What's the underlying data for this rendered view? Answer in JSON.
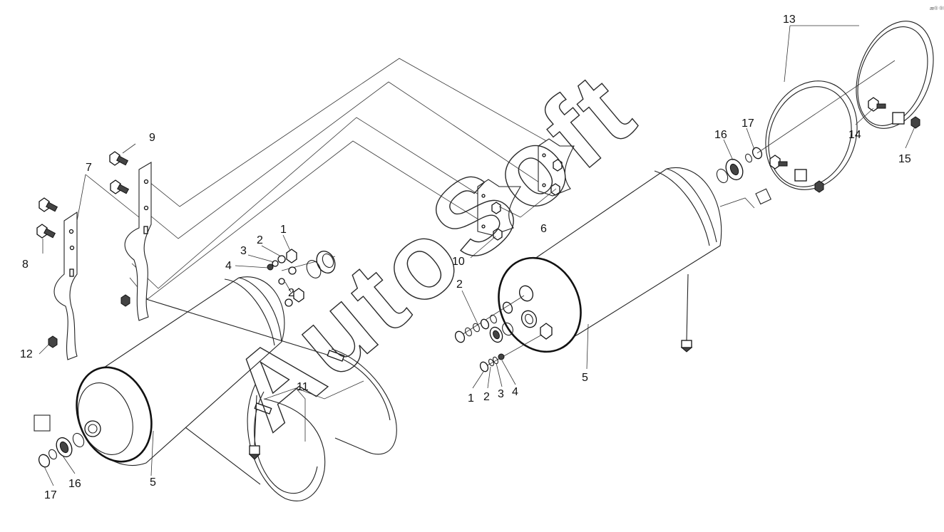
{
  "diagram": {
    "callouts": [
      {
        "id": "c1a",
        "text": "1"
      },
      {
        "id": "c2a",
        "text": "2"
      },
      {
        "id": "c3a",
        "text": "3"
      },
      {
        "id": "c4a",
        "text": "4"
      },
      {
        "id": "c2b",
        "text": "2"
      },
      {
        "id": "c5a",
        "text": "5"
      },
      {
        "id": "c7",
        "text": "7"
      },
      {
        "id": "c8",
        "text": "8"
      },
      {
        "id": "c9",
        "text": "9"
      },
      {
        "id": "c11",
        "text": "11"
      },
      {
        "id": "c12",
        "text": "12"
      },
      {
        "id": "c16a",
        "text": "16"
      },
      {
        "id": "c17a",
        "text": "17"
      },
      {
        "id": "c6",
        "text": "6"
      },
      {
        "id": "c10",
        "text": "10"
      },
      {
        "id": "c2c",
        "text": "2"
      },
      {
        "id": "c1b",
        "text": "1"
      },
      {
        "id": "c2d",
        "text": "2"
      },
      {
        "id": "c3b",
        "text": "3"
      },
      {
        "id": "c4b",
        "text": "4"
      },
      {
        "id": "c5b",
        "text": "5"
      },
      {
        "id": "c13",
        "text": "13"
      },
      {
        "id": "c14",
        "text": "14"
      },
      {
        "id": "c15",
        "text": "15"
      },
      {
        "id": "c16b",
        "text": "16"
      },
      {
        "id": "c17b",
        "text": "17"
      }
    ],
    "watermark": "AutoSoft",
    "corner_mark": "æ® ®®®"
  }
}
